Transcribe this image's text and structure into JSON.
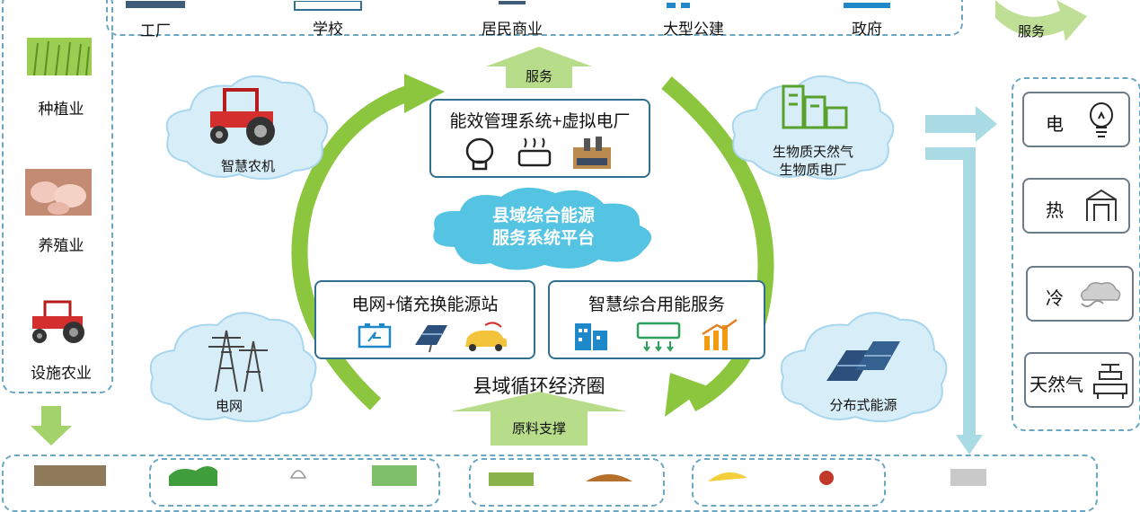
{
  "top_row": {
    "items": [
      {
        "label": "工厂",
        "icon": "factory-icon"
      },
      {
        "label": "学校",
        "icon": "school-icon"
      },
      {
        "label": "居民商业",
        "icon": "residential-commercial-icon"
      },
      {
        "label": "大型公建",
        "icon": "public-building-icon"
      },
      {
        "label": "政府",
        "icon": "government-icon"
      }
    ]
  },
  "top_right_arrow_label": "服务",
  "left_column": {
    "items": [
      {
        "label": "种植业",
        "icon": "rice-field-icon"
      },
      {
        "label": "养殖业",
        "icon": "pigs-icon"
      },
      {
        "label": "设施农业",
        "icon": "tractor-icon"
      }
    ]
  },
  "center": {
    "top_arrow_label": "服务",
    "top_box_title": "能效管理系统+虚拟电厂",
    "platform_line1": "县域综合能源",
    "platform_line2": "服务系统平台",
    "left_box_title": "电网+储充换能源站",
    "right_box_title": "智慧综合用能服务",
    "circle_label": "县域循环经济圈",
    "bottom_arrow_label": "原料支撑"
  },
  "clouds": {
    "smart_agri": "智慧农机",
    "biomass_line1": "生物质天然气",
    "biomass_line2": "生物质电厂",
    "grid": "电网",
    "distributed": "分布式能源"
  },
  "outputs": [
    {
      "label": "电",
      "icon": "light-bulb-icon"
    },
    {
      "label": "热",
      "icon": "radiator-icon"
    },
    {
      "label": "冷",
      "icon": "cold-air-icon"
    },
    {
      "label": "天然气",
      "icon": "gas-valve-icon"
    }
  ],
  "colors": {
    "green_arrow": "#8cc63f",
    "cloud_blue": "#5bc0de",
    "box_border": "#2f6f8f",
    "dashed_border": "#6aa7c2"
  }
}
